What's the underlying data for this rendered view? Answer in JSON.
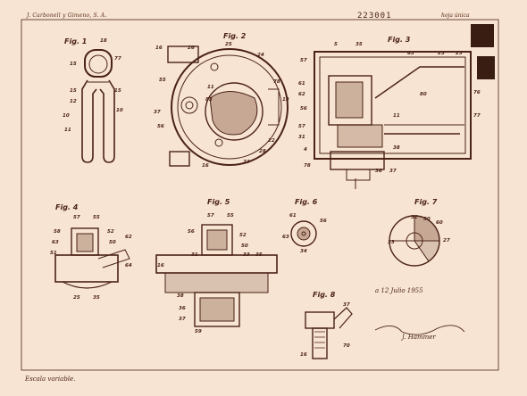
{
  "header": {
    "company": "J. Carbonell y Gimeno, S. A.",
    "patent_number": "223001",
    "page_note": "hoja única"
  },
  "footer": {
    "scale_note": "Escala variable."
  },
  "signature": {
    "date": "a 12 Julio 1955",
    "signer": "J. Hammer"
  },
  "figures": [
    {
      "id": "fig1",
      "label": "Fig. 1",
      "numbers": [
        "18",
        "15",
        "77",
        "15",
        "15",
        "12",
        "10",
        "10",
        "11"
      ]
    },
    {
      "id": "fig2",
      "label": "Fig. 2",
      "numbers": [
        "16",
        "26",
        "25",
        "24",
        "55",
        "78",
        "13",
        "11",
        "83",
        "37",
        "56",
        "22",
        "16",
        "28",
        "23"
      ]
    },
    {
      "id": "fig3",
      "label": "Fig. 3",
      "numbers": [
        "5",
        "35",
        "63",
        "57",
        "61",
        "62",
        "25",
        "23",
        "76",
        "56",
        "80",
        "77",
        "11",
        "57",
        "31",
        "4",
        "78",
        "38",
        "37",
        "36"
      ]
    },
    {
      "id": "fig4",
      "label": "Fig. 4",
      "numbers": [
        "57",
        "55",
        "58",
        "52",
        "50",
        "63",
        "62",
        "51",
        "64",
        "25",
        "35"
      ]
    },
    {
      "id": "fig5",
      "label": "Fig. 5",
      "numbers": [
        "57",
        "55",
        "56",
        "52",
        "50",
        "31",
        "33",
        "35",
        "16",
        "38",
        "36",
        "37",
        "59"
      ]
    },
    {
      "id": "fig6",
      "label": "Fig. 6",
      "numbers": [
        "61",
        "56",
        "63",
        "34"
      ]
    },
    {
      "id": "fig7",
      "label": "Fig. 7",
      "numbers": [
        "32",
        "30",
        "60",
        "33",
        "27"
      ]
    },
    {
      "id": "fig8",
      "label": "Fig. 8",
      "numbers": [
        "37",
        "16",
        "70"
      ]
    }
  ]
}
